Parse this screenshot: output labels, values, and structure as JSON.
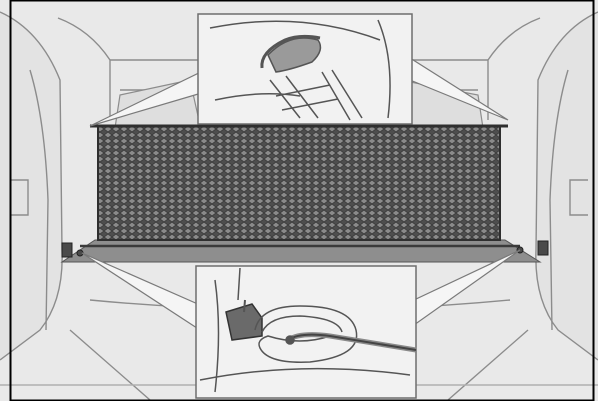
{
  "figure": {
    "subject": "cargo-net-installation",
    "callouts": [
      {
        "id": "upper-hook-detail",
        "icon": "headrest-hook-icon"
      },
      {
        "id": "lower-hook-detail",
        "icon": "carabiner-anchor-icon"
      }
    ],
    "colors": {
      "background": "#e9e9e9",
      "net_fill": "#5f5f5f",
      "callout_fill": "#f2f2f2",
      "outline": "#7a7a7a",
      "frame": "#000000"
    }
  }
}
